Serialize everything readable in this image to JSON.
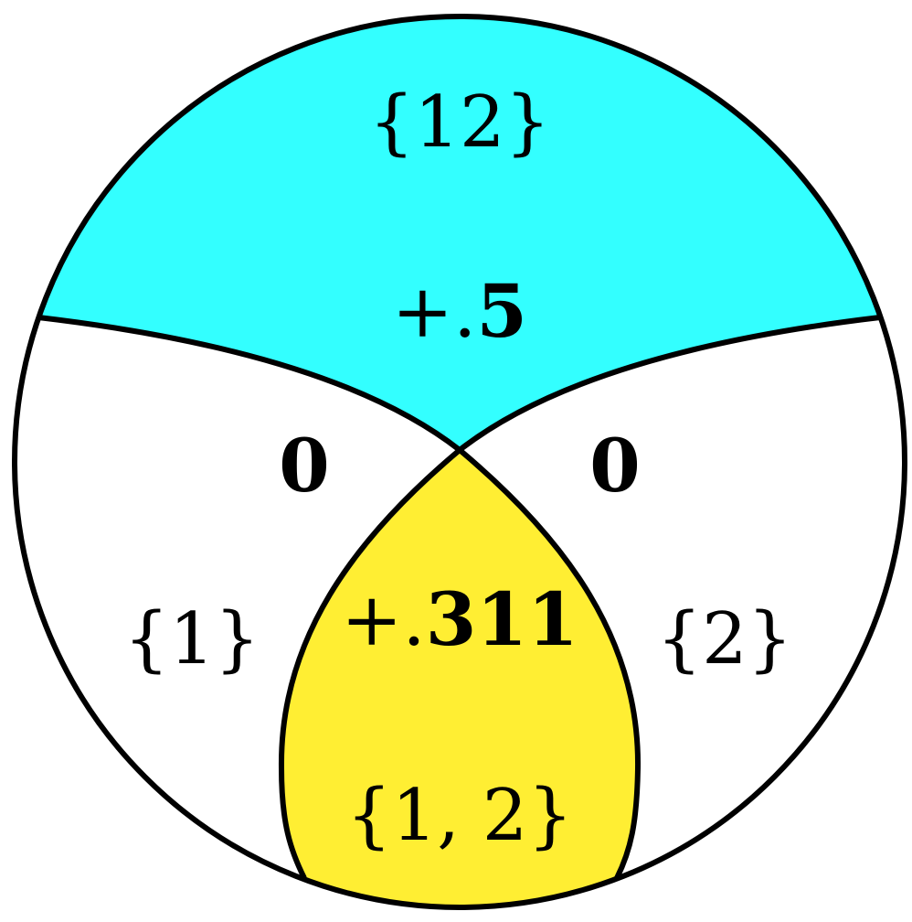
{
  "diagram": {
    "type": "circular-partition-diagram",
    "colors": {
      "top_region": "#33ffff",
      "bottom_region": "#ffee33",
      "side_regions": "#ffffff",
      "outline": "#000000"
    },
    "regions": [
      {
        "id": "top",
        "set_label": "{12}",
        "value_sign": "+.",
        "value_digits": "5"
      },
      {
        "id": "left",
        "set_label": "{1}",
        "value_digits": "0"
      },
      {
        "id": "right",
        "set_label": "{2}",
        "value_digits": "0"
      },
      {
        "id": "bottom",
        "set_label": "{1, 2}",
        "value_sign": "+.",
        "value_digits": "311"
      }
    ]
  }
}
